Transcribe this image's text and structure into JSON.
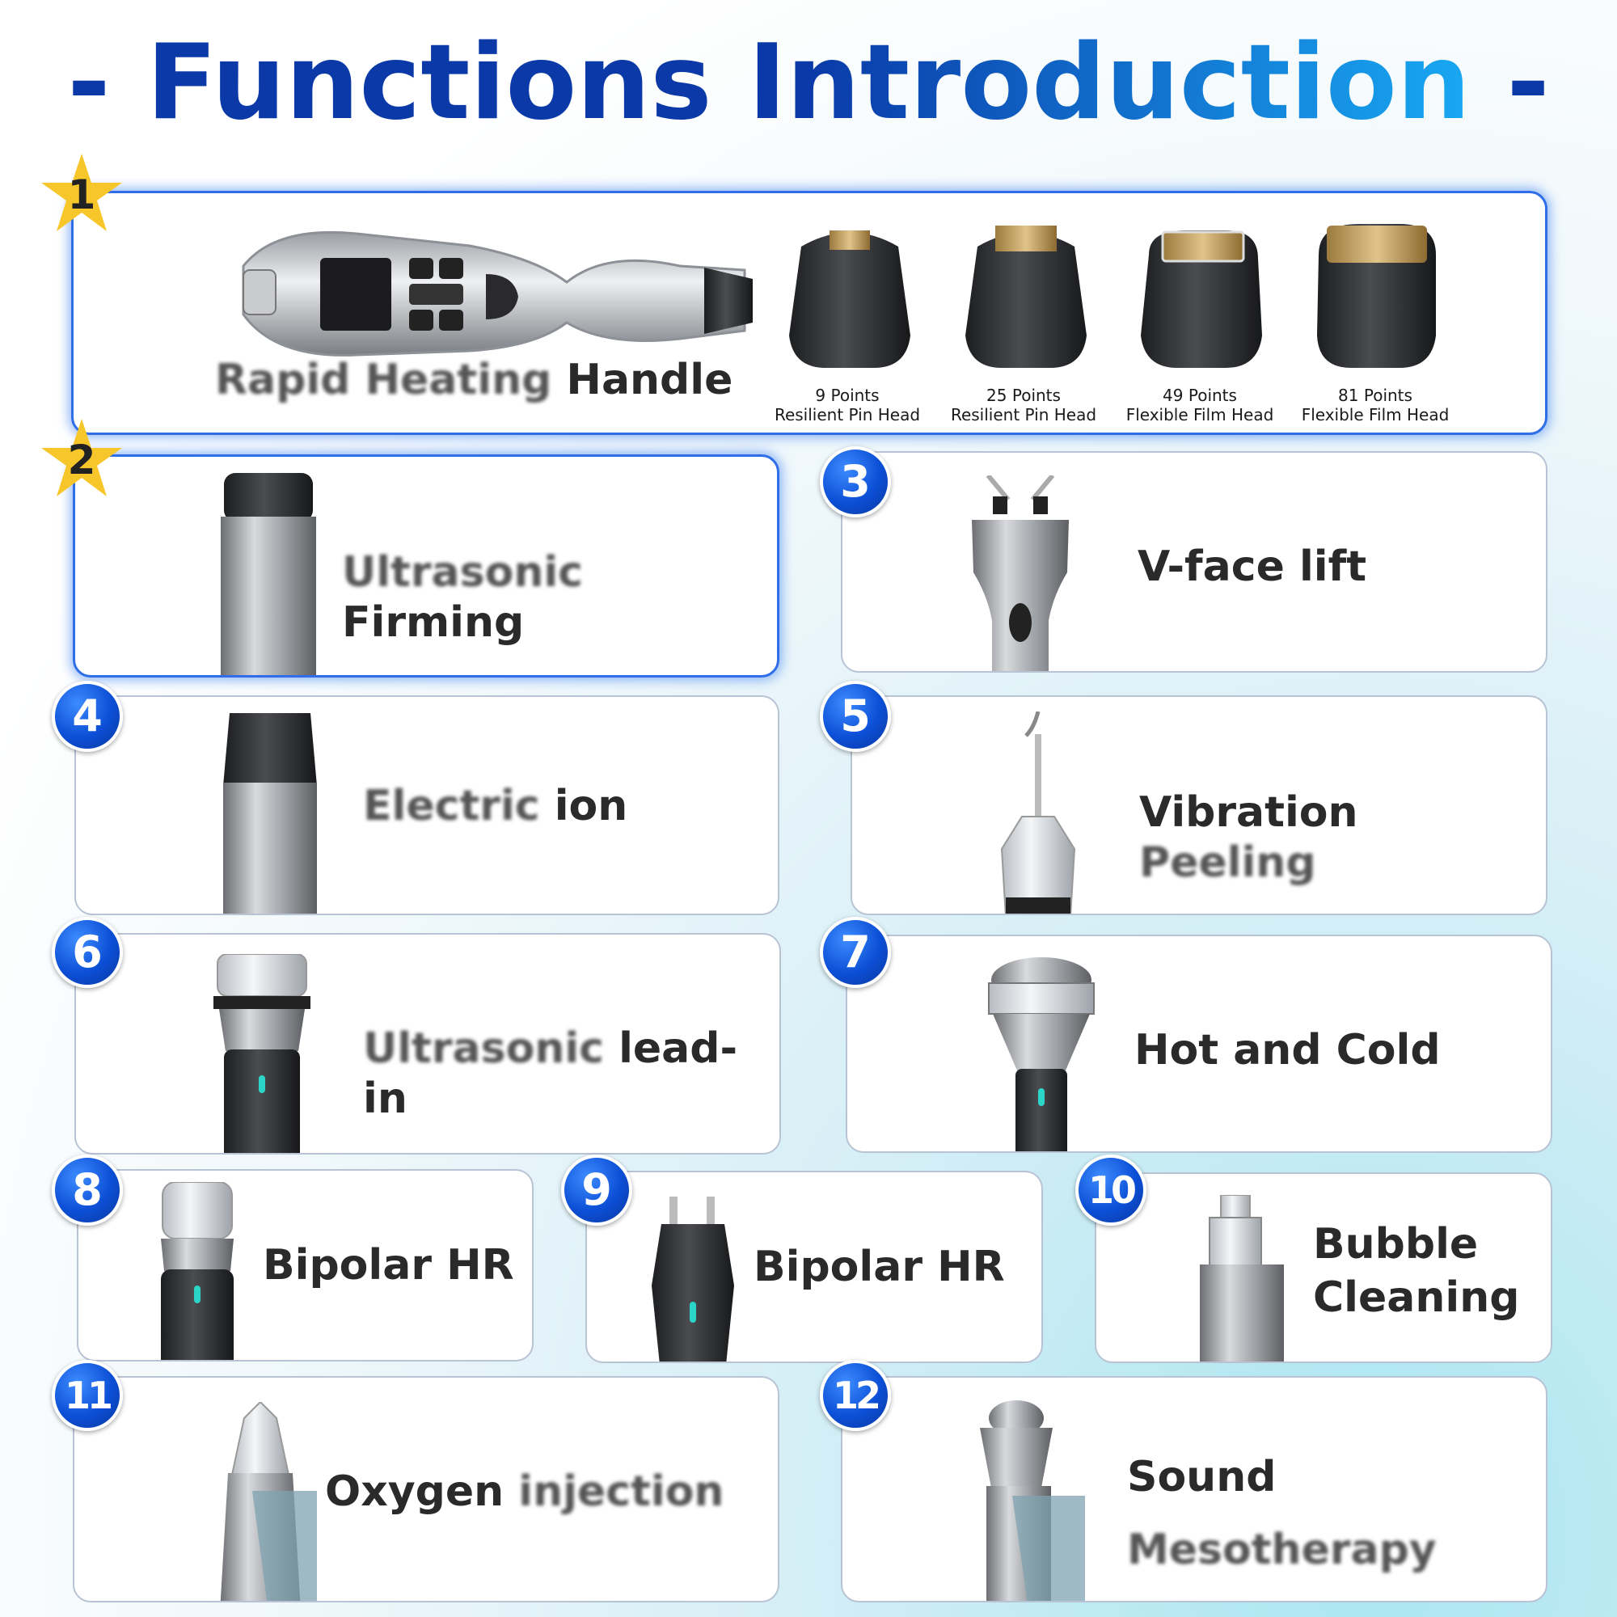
{
  "title": {
    "prefix": "- ",
    "main_dark": "Functions Intr",
    "main_light": "oduction",
    "suffix": " -"
  },
  "section1": {
    "badge": "1",
    "handle_label_blur": "Rapid Heating",
    "handle_label": "Handle",
    "heads": [
      {
        "line1": "9 Points",
        "line2": "Resilient Pin Head"
      },
      {
        "line1": "25 Points",
        "line2": "Resilient Pin Head"
      },
      {
        "line1": "49 Points",
        "line2": "Flexible Film Head"
      },
      {
        "line1": "81 Points",
        "line2": "Flexible Film Head"
      }
    ]
  },
  "items": [
    {
      "badge": "2",
      "blur": "Ultrasonic",
      "text": "Firming"
    },
    {
      "badge": "3",
      "text": "V-face lift"
    },
    {
      "badge": "4",
      "blur": "Electric",
      "text": "ion"
    },
    {
      "badge": "5",
      "text": "Vibration",
      "blur": "Peeling"
    },
    {
      "badge": "6",
      "blur": "Ultrasonic",
      "text": "lead-in"
    },
    {
      "badge": "7",
      "text": "Hot and Cold"
    },
    {
      "badge": "8",
      "text": "Bipolar HR"
    },
    {
      "badge": "9",
      "text": "Bipolar HR"
    },
    {
      "badge": "10",
      "line1": "Bubble",
      "line2": "Cleaning"
    },
    {
      "badge": "11",
      "text": "Oxygen",
      "blur": "injection"
    },
    {
      "badge": "12",
      "text": "Sound",
      "blur": "Mesotherapy"
    }
  ],
  "colors": {
    "accent_dark": "#0b3aa8",
    "accent_light": "#18a8f2",
    "star": "#f7c62b",
    "badge": "#0c4fd6"
  }
}
